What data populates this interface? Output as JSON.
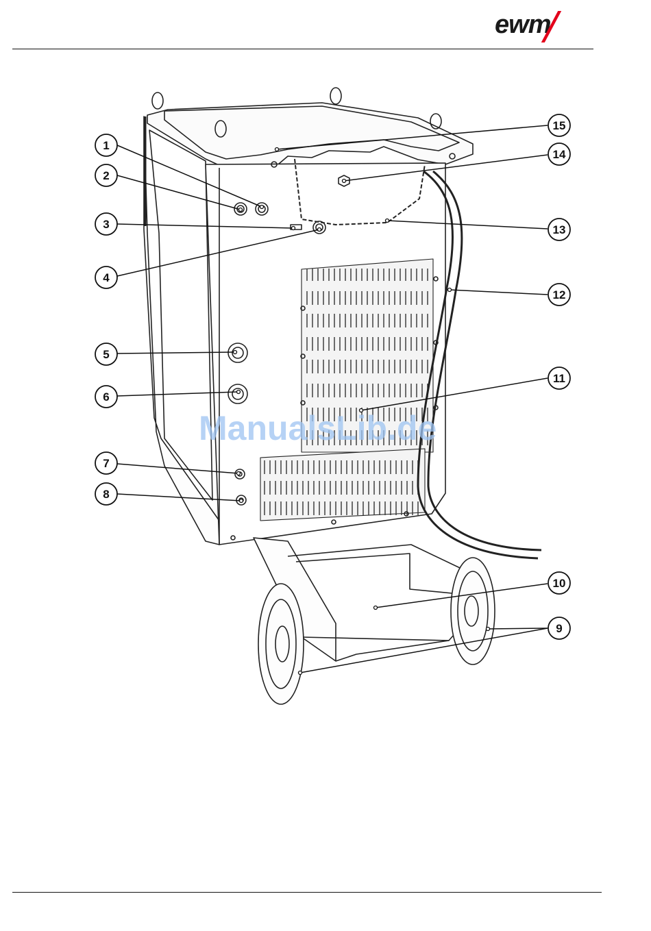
{
  "header": {
    "brand_logo_text": "ewm"
  },
  "watermark": {
    "text": "ManualsLib.de"
  },
  "callouts": [
    {
      "number": "1"
    },
    {
      "number": "2"
    },
    {
      "number": "3"
    },
    {
      "number": "4"
    },
    {
      "number": "5"
    },
    {
      "number": "6"
    },
    {
      "number": "7"
    },
    {
      "number": "8"
    },
    {
      "number": "9"
    },
    {
      "number": "10"
    },
    {
      "number": "11"
    },
    {
      "number": "12"
    },
    {
      "number": "13"
    },
    {
      "number": "14"
    },
    {
      "number": "15"
    }
  ]
}
